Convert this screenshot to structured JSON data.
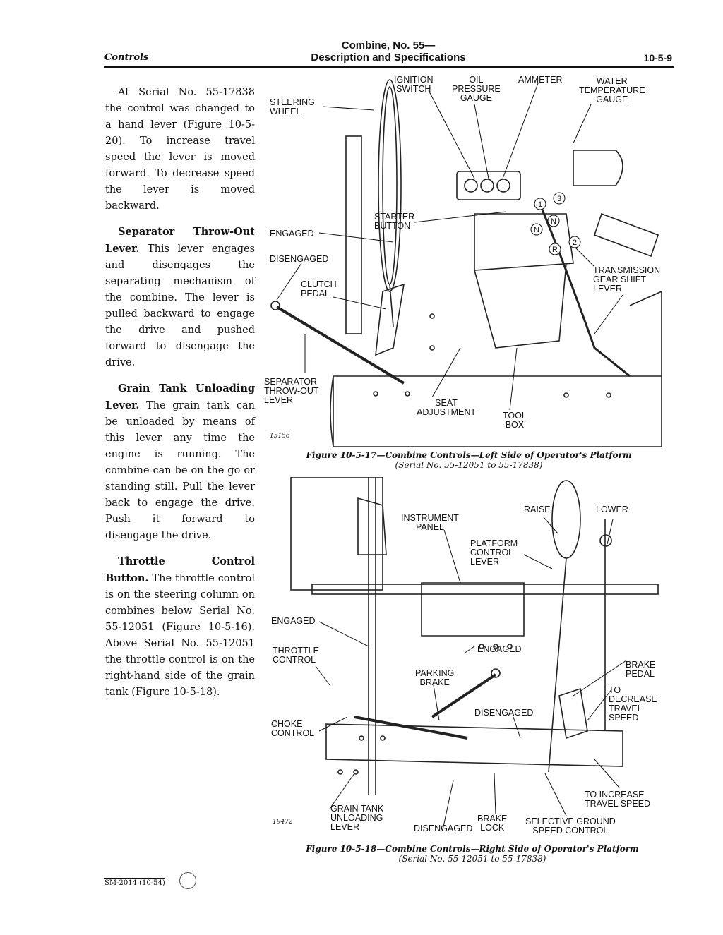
{
  "header": {
    "section": "Controls",
    "title_line1": "Combine, No. 55—",
    "title_line2": "Description and Specifications",
    "page_number": "10-5-9"
  },
  "body": {
    "para1": "At Serial No. 55-17838 the control was changed to a hand lever (Figure 10-5-20). To increase travel speed the lever is moved forward. To decrease speed the lever is moved backward.",
    "separator_head": "Separator Throw-Out Lever.",
    "separator_text": "This lever engages and disengages the separating mechanism of the combine. The lever is pulled backward to engage the drive and pushed forward to disengage the drive.",
    "grain_head": "Grain Tank Unloading Lever.",
    "grain_text": "The grain tank can be unloaded by means of this lever any time the engine is running. The combine can be on the go or standing still. Pull the lever back to engage the drive. Push it forward to disengage the drive.",
    "throttle_head": "Throttle Control Button.",
    "throttle_text": "The throttle control is on the steering column on combines below Serial No. 55-12051 (Figure 10-5-16). Above Serial No. 55-12051 the throttle control is on the right-hand side of the grain tank (Figure 10-5-18)."
  },
  "figure17": {
    "labels": {
      "ignition_switch": "IGNITION\nSWITCH",
      "oil_pressure_gauge": "OIL\nPRESSURE\nGAUGE",
      "ammeter": "AMMETER",
      "water_temp_gauge": "WATER\nTEMPERATURE\nGAUGE",
      "steering_wheel": "STEERING\nWHEEL",
      "starter_button": "STARTER\nBUTTON",
      "engaged": "ENGAGED",
      "disengaged": "DISENGAGED",
      "clutch_pedal": "CLUTCH\nPEDAL",
      "transmission_lever": "TRANSMISSION\nGEAR SHIFT\nLEVER",
      "separator_lever": "SEPARATOR\nTHROW-OUT\nLEVER",
      "seat_adjustment": "SEAT\nADJUSTMENT",
      "tool_box": "TOOL\nBOX",
      "gear_1": "1",
      "gear_3": "3",
      "gear_n1": "N",
      "gear_n2": "N",
      "gear_r": "R",
      "gear_2": "2"
    },
    "art_number": "15156",
    "caption_line1": "Figure 10-5-17—Combine Controls—Left Side of Operator's Platform",
    "caption_line2": "(Serial No. 55-12051 to 55-17838)"
  },
  "figure18": {
    "labels": {
      "instrument_panel": "INSTRUMENT\nPANEL",
      "raise": "RAISE",
      "lower": "LOWER",
      "platform_control": "PLATFORM\nCONTROL\nLEVER",
      "engaged_left": "ENGAGED",
      "throttle_control": "THROTTLE\nCONTROL",
      "engaged_mid": "ENGAGED",
      "parking_brake": "PARKING\nBRAKE",
      "brake_pedal": "BRAKE\nPEDAL",
      "decrease_speed": "TO\nDECREASE\nTRAVEL\nSPEED",
      "disengaged": "DISENGAGED",
      "choke_control": "CHOKE\nCONTROL",
      "increase_speed": "TO INCREASE\nTRAVEL SPEED",
      "grain_tank": "GRAIN TANK\nUNLOADING\nLEVER",
      "disengaged_bottom": "DISENGAGED",
      "brake_lock": "BRAKE\nLOCK",
      "selective_ground": "SELECTIVE GROUND\nSPEED CONTROL"
    },
    "art_number": "19472",
    "caption_line1": "Figure 10-5-18—Combine Controls—Right Side of Operator's Platform",
    "caption_line2": "(Serial No. 55-12051 to 55-17838)"
  },
  "footer": {
    "code": "SM-2014 (10-54)"
  }
}
